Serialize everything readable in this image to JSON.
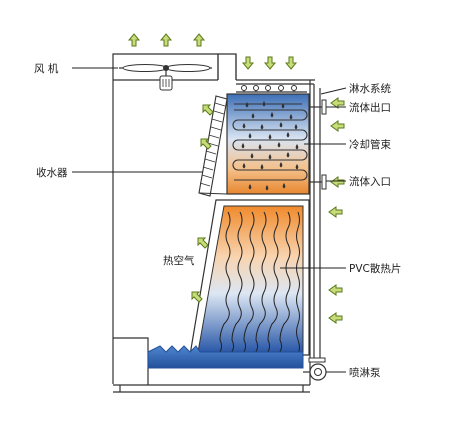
{
  "labels": {
    "fan": "风 机",
    "collector": "收水器",
    "hot_air": "热空气",
    "spray_system": "淋水系统",
    "fluid_outlet": "流体出口",
    "cooling_coil": "冷却管束",
    "fluid_inlet": "流体入口",
    "pvc_fill": "PVC散热片",
    "spray_pump": "喷淋泵"
  },
  "colors": {
    "outline": "#333333",
    "arrow_green": "#5a7a1a",
    "arrow_fill": "#c8dc7a",
    "coil_top": "#3d6fb6",
    "coil_bottom": "#e8872f",
    "fill_top": "#f08a2c",
    "fill_bottom": "#2a58a8",
    "basin_water": "#2f64b0"
  },
  "icons": [
    "up-arrow-icon",
    "down-arrow-icon",
    "left-arrow-icon",
    "diagonal-arrow-icon",
    "water-drop-icon",
    "fan-icon",
    "pump-icon"
  ]
}
